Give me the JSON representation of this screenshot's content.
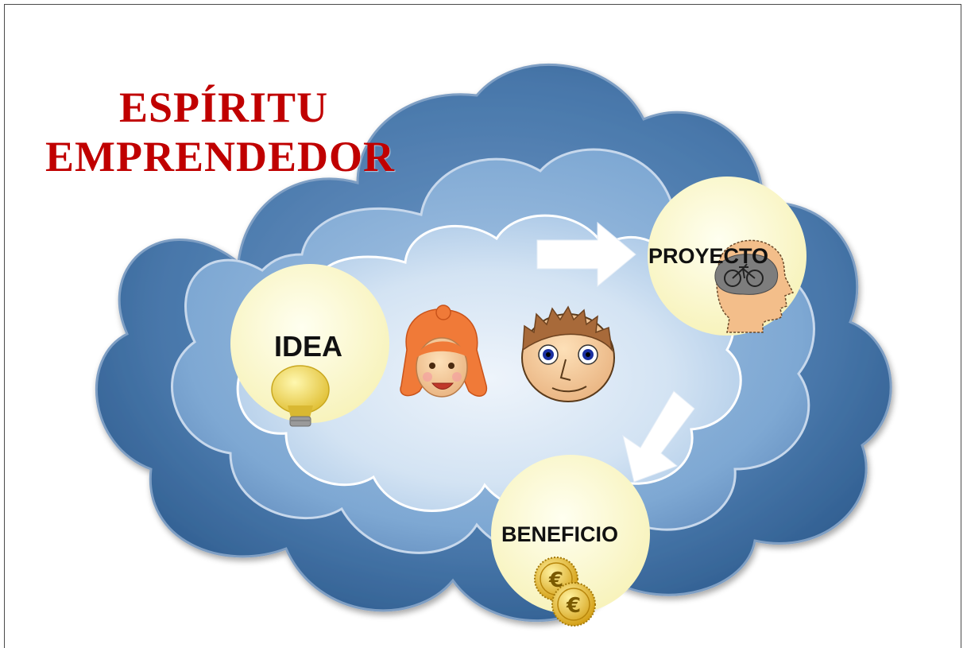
{
  "title": {
    "line1": "ESPÍRITU",
    "line2": "EMPRENDEDOR"
  },
  "steps": [
    {
      "label": "IDEA",
      "icon": "light-bulb-icon"
    },
    {
      "label": "PROYECTO",
      "icon": "head-bicycle-icon"
    },
    {
      "label": "BENEFICIO",
      "icon": "euro-coins-icon"
    }
  ],
  "people": [
    "girl-face-icon",
    "boy-face-icon"
  ],
  "coins": {
    "symbol": "€"
  },
  "colors": {
    "title": "#c00000",
    "cloud_outer": "#3f6fa3",
    "cloud_middle": "#6f9cc9",
    "cloud_inner": "#c9dcef",
    "circle_fill": "#fbf8cc",
    "arrow": "#ffffff"
  }
}
